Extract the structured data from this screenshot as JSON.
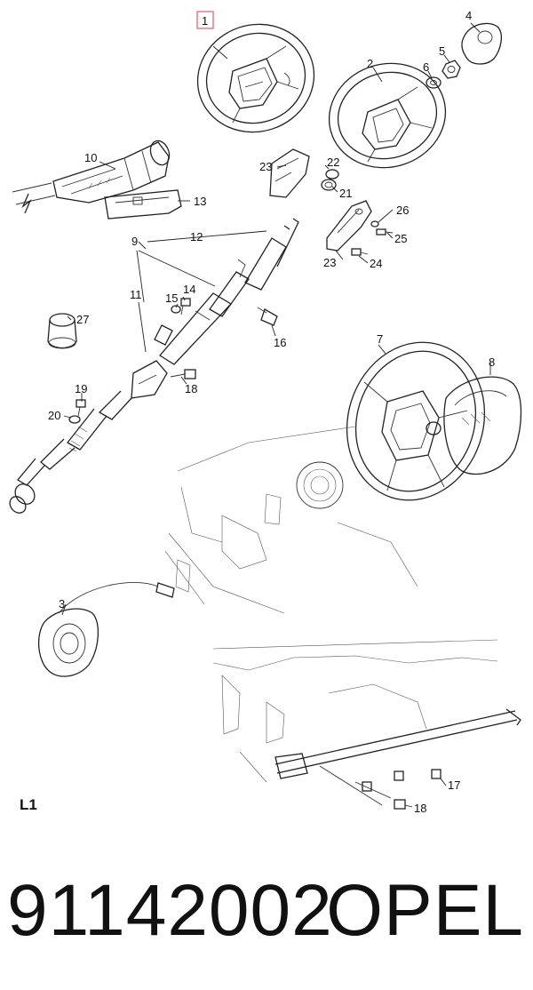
{
  "diagram": {
    "highlighted_callout": "1",
    "highlight_color": "#e05a6a",
    "callouts": {
      "c1": "1",
      "c2": "2",
      "c3": "3",
      "c4": "4",
      "c5": "5",
      "c6": "6",
      "c7": "7",
      "c8": "8",
      "c9": "9",
      "c10": "10",
      "c11": "11",
      "c12": "12",
      "c13": "13",
      "c14": "14",
      "c15": "15",
      "c16": "16",
      "c17": "17",
      "c18a": "18",
      "c18b": "18",
      "c19": "19",
      "c20": "20",
      "c21": "21",
      "c22": "22",
      "c23a": "23",
      "c23b": "23",
      "c24": "24",
      "c25": "25",
      "c26": "26",
      "c27": "27"
    },
    "corner_code": "L1"
  },
  "footer": {
    "part_number": "91142002",
    "brand": "OPEL"
  }
}
